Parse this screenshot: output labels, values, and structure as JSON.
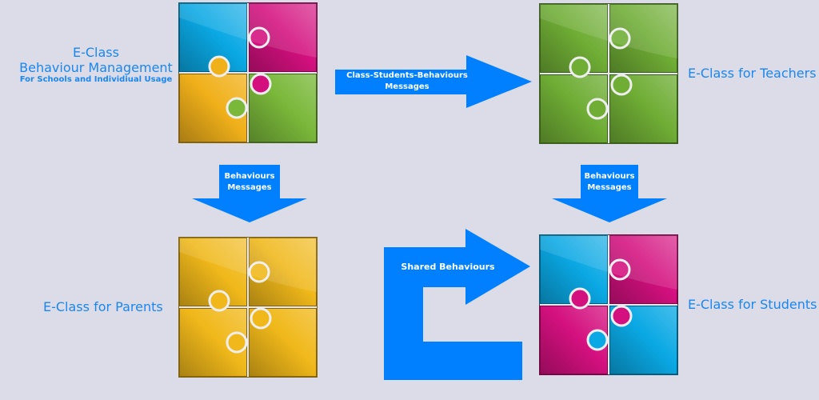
{
  "nodes": {
    "main": {
      "title": "E-Class",
      "subtitle": "Behaviour Management",
      "caption": "For Schools and Individiual Usage",
      "colors": [
        "#0aa8e4",
        "#d4107f",
        "#f0b01a",
        "#7ab83a"
      ]
    },
    "teachers": {
      "label": "E-Class for Teachers",
      "colors": [
        "#6fad35",
        "#6fad35",
        "#6fad35",
        "#6fad35"
      ]
    },
    "parents": {
      "label": "E-Class for Parents",
      "colors": [
        "#f0b81a",
        "#f0b81a",
        "#f0b81a",
        "#f0b81a"
      ]
    },
    "students": {
      "label": "E-Class for Students",
      "colors": [
        "#0aa8e4",
        "#d4107f",
        "#d4107f",
        "#0aa8e4"
      ]
    }
  },
  "arrows": {
    "main_to_teachers": {
      "line1": "Class-Students-Behaviours",
      "line2": "Messages"
    },
    "main_to_parents": {
      "line1": "Behaviours",
      "line2": "Messages"
    },
    "teachers_to_students": {
      "line1": "Behaviours",
      "line2": "Messages"
    },
    "shared": {
      "line1": "Shared Behaviours"
    }
  },
  "theme": {
    "arrow_color": "#0080ff",
    "text_color": "#1a87f0"
  }
}
